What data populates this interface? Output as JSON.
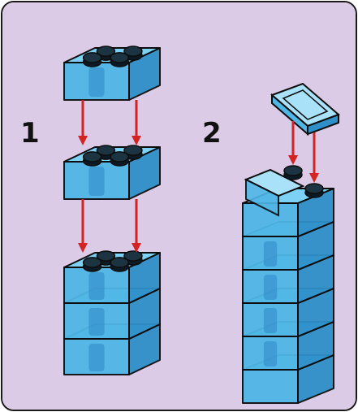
{
  "steps": [
    {
      "number": "1"
    },
    {
      "number": "2"
    }
  ],
  "colors": {
    "background": "#dccbe6",
    "brick_top": "#7cd1f4",
    "brick_front": "#4fb6e6",
    "brick_side": "#2f8fc9",
    "stud": "#0b1a24",
    "stud_top": "#1c3442",
    "inner": "#2f86c4",
    "tile_top": "#a9e2f8",
    "arrow": "#d42323",
    "outline": "#0d0d0d"
  },
  "icons": {
    "brick": "2x2-brick",
    "tile": "1x2-flat-tile",
    "arrow": "down-arrow"
  }
}
